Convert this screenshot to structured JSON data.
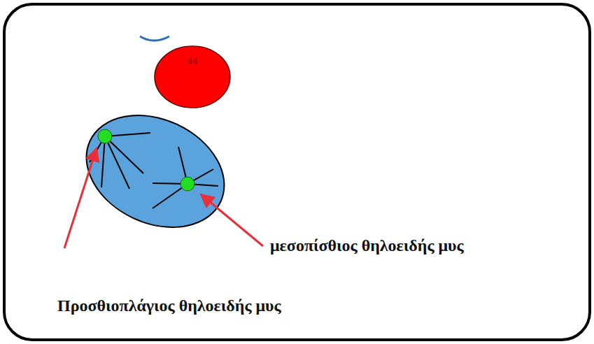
{
  "diagram": {
    "nodes": [
      {
        "text": [
          "44"
        ]
      }
    ],
    "labels": [
      "μεσοπίσθιος θηλοειδής μυς",
      "Προσθιοπλάγιος θηλοειδής μυς"
    ]
  }
}
